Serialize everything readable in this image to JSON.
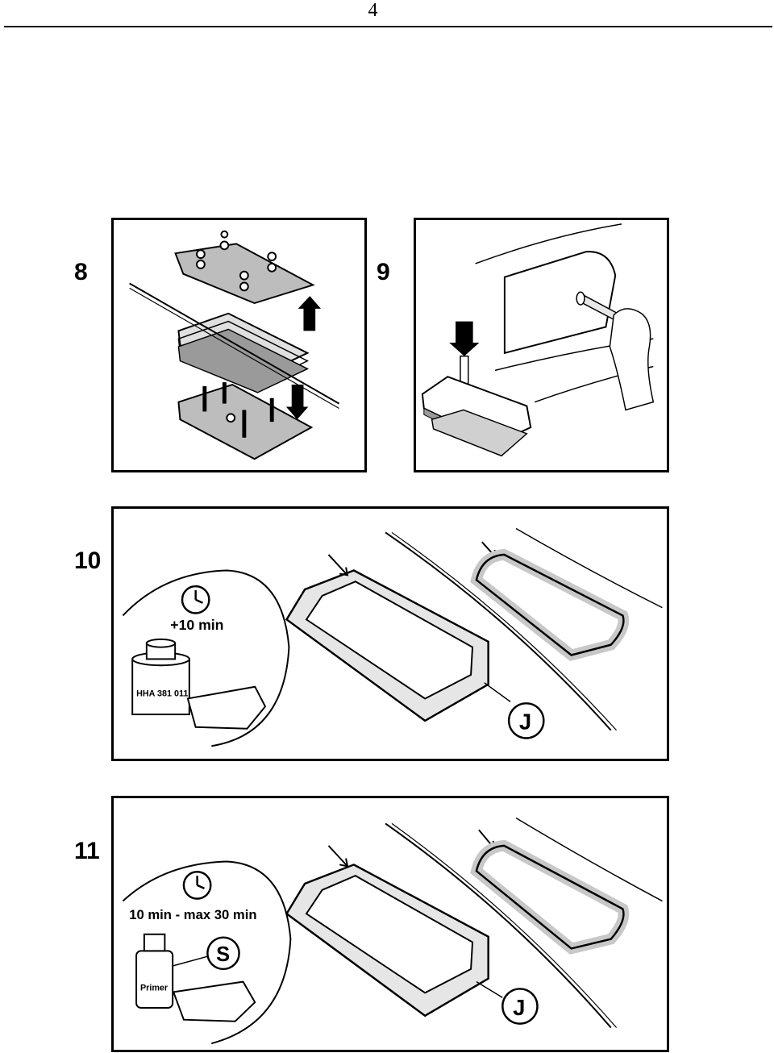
{
  "page": {
    "number": "4"
  },
  "figures": [
    {
      "step": "8"
    },
    {
      "step": "9"
    },
    {
      "step": "10",
      "time_label": "+10 min",
      "can_label": "HHA 381 011",
      "callout": "J"
    },
    {
      "step": "11",
      "time_label": "10 min - max 30 min",
      "bottle_label": "Primer",
      "callouts": [
        "S",
        "J"
      ]
    }
  ],
  "icons": {
    "clock": "clock-icon",
    "arrow": "arrow-icon"
  }
}
